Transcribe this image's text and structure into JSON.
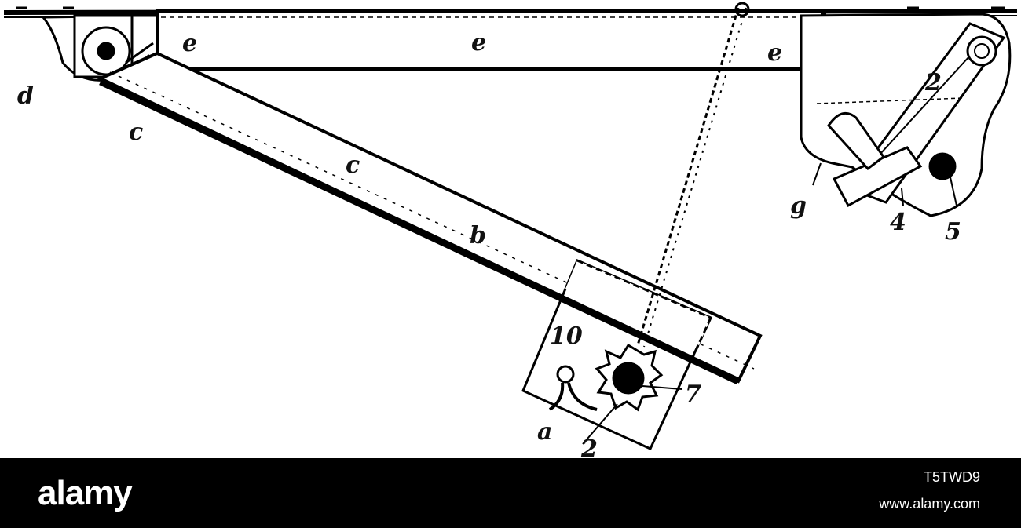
{
  "diagram": {
    "labels": {
      "e_left": "e",
      "e_mid": "e",
      "e_right": "e",
      "d": "d",
      "c_small": "c",
      "c_main": "c",
      "b": "b",
      "n2": "2",
      "g": "g",
      "n4": "4",
      "n5": "5",
      "n10": "10",
      "n7": "7",
      "a": "a",
      "n2_bottom": "2"
    }
  },
  "watermark": {
    "brand": "alamy",
    "image_id": "T5TWD9",
    "url": "www.alamy.com"
  }
}
